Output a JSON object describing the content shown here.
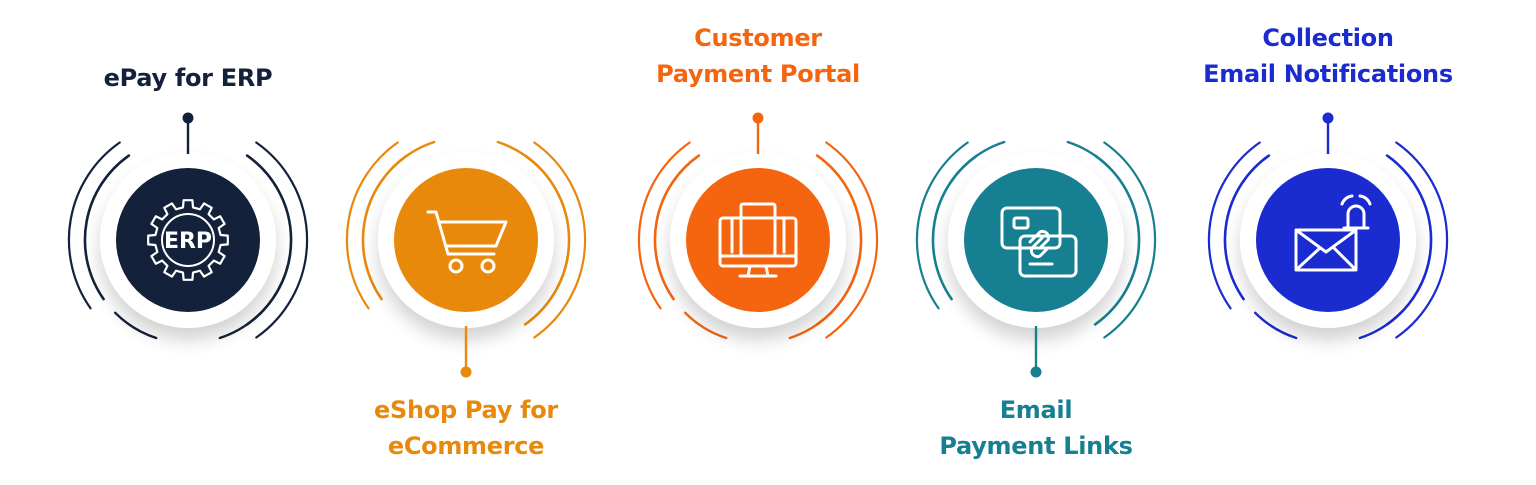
{
  "items": [
    {
      "id": "epay-erp",
      "lines": [
        "ePay for ERP"
      ],
      "color": "#13213a",
      "icon": "erp-gear-icon",
      "label_position": "top"
    },
    {
      "id": "eshop-pay",
      "lines": [
        "eShop Pay for",
        "eCommerce"
      ],
      "color": "#e8890c",
      "icon": "shopping-cart-icon",
      "label_position": "bottom"
    },
    {
      "id": "customer-portal",
      "lines": [
        "Customer",
        "Payment Portal"
      ],
      "color": "#f5640f",
      "icon": "monitor-portal-icon",
      "label_position": "top"
    },
    {
      "id": "email-links",
      "lines": [
        "Email",
        "Payment Links"
      ],
      "color": "#167f91",
      "icon": "card-link-icon",
      "label_position": "bottom"
    },
    {
      "id": "collection-notifications",
      "lines": [
        "Collection",
        "Email Notifications"
      ],
      "color": "#1a2bd0",
      "icon": "envelope-bell-icon",
      "label_position": "top"
    }
  ]
}
